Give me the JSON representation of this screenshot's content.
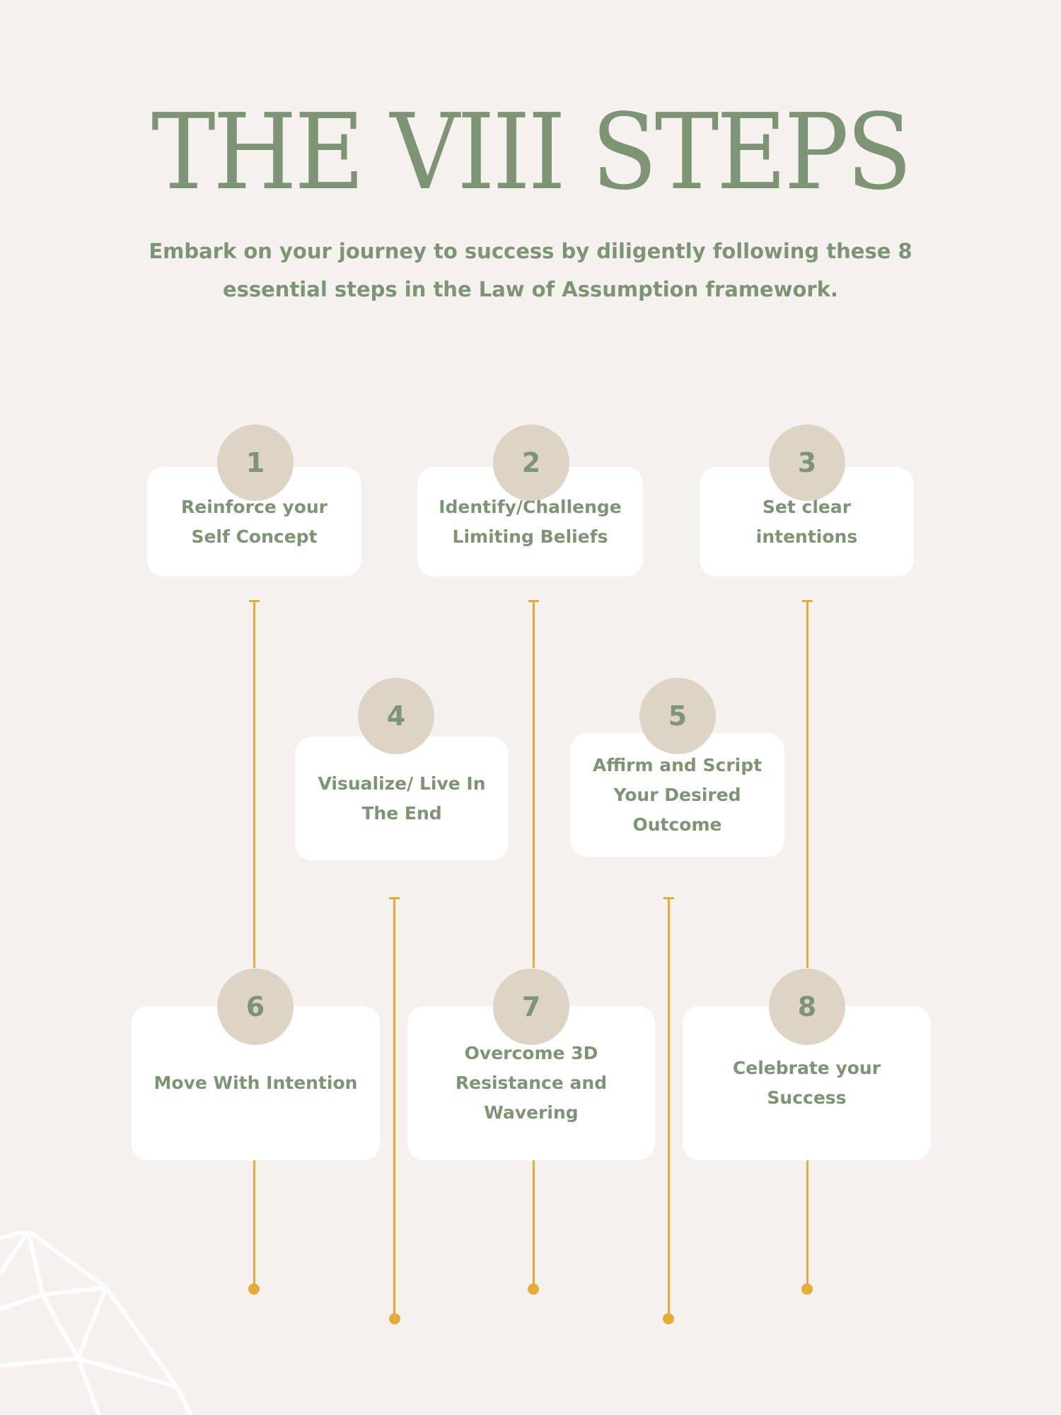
{
  "title": "THE VIII STEPS",
  "subtitle": "Embark on your journey to success by diligently following these 8 essential steps in the Law of Assumption framework.",
  "steps": [
    {
      "number": "1",
      "label": "Reinforce your Self Concept"
    },
    {
      "number": "2",
      "label": "Identify/Challenge Limiting Beliefs"
    },
    {
      "number": "3",
      "label": "Set clear intentions"
    },
    {
      "number": "4",
      "label": "Visualize/ Live In The End"
    },
    {
      "number": "5",
      "label": "Affirm and Script Your Desired Outcome"
    },
    {
      "number": "6",
      "label": "Move With Intention"
    },
    {
      "number": "7",
      "label": "Overcome 3D Resistance and Wavering"
    },
    {
      "number": "8",
      "label": "Celebrate your Success"
    }
  ],
  "colors": {
    "background": "#f5f1ee",
    "text": "#7d9574",
    "badge": "#ded4c6",
    "connector": "#e6ac36",
    "card": "#ffffff"
  }
}
